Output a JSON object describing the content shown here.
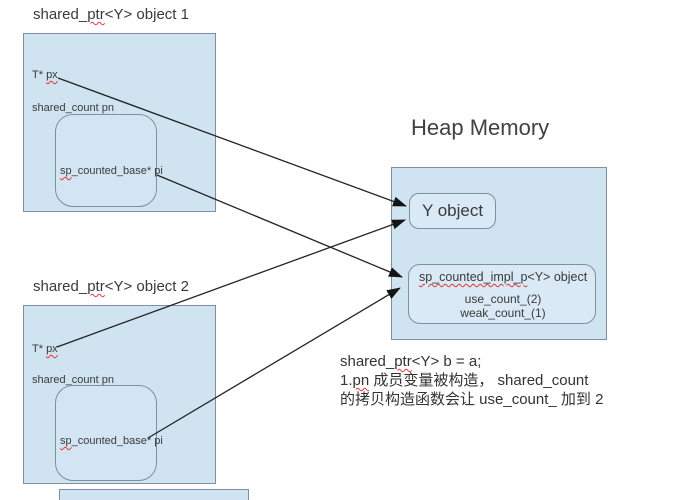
{
  "colors": {
    "box_fill": "#cfe3f1",
    "box_border": "#7e8f9e",
    "arrow": "#232323",
    "squiggle": "#e03535",
    "text": "#3a3a3a",
    "heading": "#3d4246"
  },
  "box1": {
    "title": [
      "shared_",
      "ptr",
      "<Y> object 1"
    ],
    "px": [
      "T* ",
      "px"
    ],
    "pn": [
      "shared_count ",
      "pn"
    ],
    "pi": [
      "sp",
      "_counted_base* pi"
    ]
  },
  "box2": {
    "title": [
      "shared_",
      "ptr",
      "<Y> object 2"
    ],
    "px": [
      "T* ",
      "px"
    ],
    "pn": [
      "shared_count ",
      "pn"
    ],
    "pi": [
      "sp",
      "_counted_base* pi"
    ]
  },
  "heap": {
    "title": "Heap Memory",
    "y_object": "Y object",
    "impl_title": [
      "sp_counted_impl_p",
      "<Y> object"
    ],
    "use_count": "use_count_(2)",
    "weak_count": "weak_count_(1)"
  },
  "note": {
    "line1": [
      "shared_",
      "ptr",
      "<Y> b = a;"
    ],
    "line2": [
      "1.",
      "pn",
      " 成员变量被构造， shared_count"
    ],
    "line3": "的拷贝构造函数会让 use_count_ 加到 2"
  }
}
